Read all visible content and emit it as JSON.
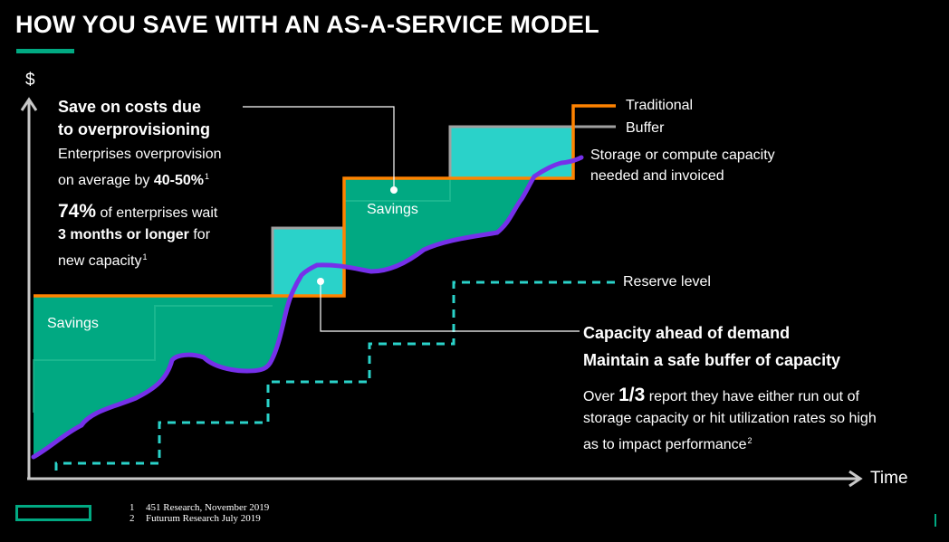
{
  "title": "HOW YOU SAVE WITH AN AS-A-SERVICE MODEL",
  "axis": {
    "y_label": "$",
    "x_label": "Time"
  },
  "legend": {
    "traditional": "Traditional",
    "buffer": "Buffer",
    "capacity_line1": "Storage or compute capacity",
    "capacity_line2": "needed and invoiced",
    "reserve": "Reserve level"
  },
  "savings_labels": {
    "left": "Savings",
    "middle": "Savings"
  },
  "left_callout": {
    "heading_line1": "Save on costs due",
    "heading_line2": "to overprovisioning",
    "p1_line1": "Enterprises overprovision",
    "p1_line2_prefix": "on average by ",
    "p1_line2_bold": "40-50%",
    "p1_sup": "1",
    "p2_big": "74%",
    "p2_line1_rest": " of enterprises wait",
    "p2_line2_bold": "3 months or longer",
    "p2_line2_rest": " for",
    "p2_line3": "new capacity",
    "p2_sup": "1"
  },
  "right_callout": {
    "heading_line1": "Capacity ahead of demand",
    "heading_line2": "Maintain a safe buffer of capacity",
    "p_prefix": "Over ",
    "p_big": "1/3",
    "p_line1_rest": " report they have either run out of",
    "p_line2": "storage capacity or hit utilization rates so high",
    "p_line3": "as to impact performance",
    "p_sup": "2"
  },
  "footnotes": [
    {
      "num": "1",
      "text": "451 Research, November 2019"
    },
    {
      "num": "2",
      "text": "Futurum Research July 2019"
    }
  ],
  "colors": {
    "background": "#000000",
    "accent_green": "#01a982",
    "savings_fill": "#01a982",
    "buffer_fill": "#2ad2c9",
    "traditional_line": "#ff8300",
    "buffer_line": "#a0a0a0",
    "capacity_line": "#7630ea",
    "reserve_line": "#2ad2c9",
    "axis": "#c8c8c8"
  },
  "icons": {
    "y_axis_arrow": "arrow-up-icon",
    "x_axis_arrow": "arrow-right-icon",
    "brand_logo": "brand-rectangle-logo"
  }
}
